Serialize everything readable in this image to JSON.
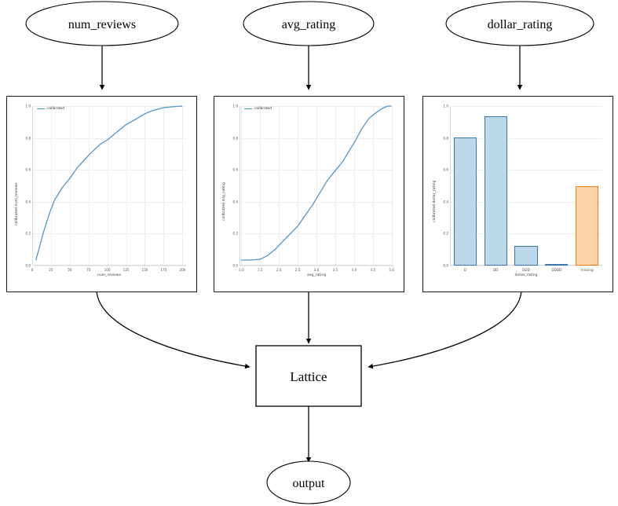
{
  "diagram": {
    "nodes": [
      {
        "id": "num_reviews",
        "label": "num_reviews",
        "shape": "ellipse"
      },
      {
        "id": "avg_rating",
        "label": "avg_rating",
        "shape": "ellipse"
      },
      {
        "id": "dollar_rating",
        "label": "dollar_rating",
        "shape": "ellipse"
      },
      {
        "id": "lattice",
        "label": "Lattice",
        "shape": "box"
      },
      {
        "id": "output",
        "label": "output",
        "shape": "ellipse"
      }
    ],
    "edge_color": "#000000"
  },
  "charts": [
    {
      "chart_data": {
        "type": "line",
        "title": "",
        "xlabel": "num_reviews",
        "ylabel": "calibrated num_reviews",
        "legend": [
          "calibrated"
        ],
        "legend_position": "upper left",
        "grid": true,
        "line_color": "#4c93c7",
        "xlim": [
          0,
          205
        ],
        "ylim": [
          -0.04,
          1.04
        ],
        "xticks": [
          "0",
          "25",
          "50",
          "75",
          "100",
          "125",
          "150",
          "175",
          "200"
        ],
        "xtick_values": [
          0,
          25,
          50,
          75,
          100,
          125,
          150,
          175,
          200
        ],
        "yticks": [
          "0.0",
          "0.2",
          "0.4",
          "0.6",
          "0.8",
          "1.0"
        ],
        "ytick_values": [
          0.0,
          0.2,
          0.4,
          0.6,
          0.8,
          1.0
        ],
        "x": [
          5,
          10,
          15,
          20,
          25,
          30,
          40,
          50,
          60,
          75,
          90,
          100,
          110,
          125,
          140,
          150,
          160,
          175,
          185,
          195,
          200
        ],
        "y": [
          0.0,
          0.09,
          0.18,
          0.26,
          0.33,
          0.39,
          0.47,
          0.53,
          0.6,
          0.68,
          0.75,
          0.78,
          0.82,
          0.88,
          0.92,
          0.95,
          0.97,
          0.99,
          0.995,
          0.998,
          1.0
        ]
      }
    },
    {
      "chart_data": {
        "type": "line",
        "title": "",
        "xlabel": "avg_rating",
        "ylabel": "calibrated avg_rating",
        "legend": [
          "calibrated"
        ],
        "legend_position": "upper left",
        "grid": true,
        "line_color": "#4c93c7",
        "xlim": [
          0.95,
          5.05
        ],
        "ylim": [
          -0.04,
          1.04
        ],
        "xticks": [
          "1.0",
          "1.5",
          "2.0",
          "2.5",
          "3.0",
          "3.5",
          "4.0",
          "4.5",
          "5.0"
        ],
        "xtick_values": [
          1.0,
          1.5,
          2.0,
          2.5,
          3.0,
          3.5,
          4.0,
          4.5,
          5.0
        ],
        "yticks": [
          "0.0",
          "0.2",
          "0.4",
          "0.6",
          "0.8",
          "1.0"
        ],
        "ytick_values": [
          0.0,
          0.2,
          0.4,
          0.6,
          0.8,
          1.0
        ],
        "x": [
          1.0,
          1.25,
          1.5,
          1.7,
          1.9,
          2.1,
          2.3,
          2.5,
          2.7,
          2.9,
          3.1,
          3.3,
          3.5,
          3.7,
          3.85,
          4.0,
          4.2,
          4.4,
          4.6,
          4.75,
          4.9,
          5.0
        ],
        "y": [
          0.0,
          0.0,
          0.005,
          0.03,
          0.07,
          0.12,
          0.17,
          0.22,
          0.29,
          0.36,
          0.44,
          0.52,
          0.58,
          0.64,
          0.7,
          0.76,
          0.85,
          0.92,
          0.96,
          0.985,
          1.0,
          1.0
        ]
      }
    },
    {
      "chart_data": {
        "type": "bar",
        "title": "",
        "xlabel": "dollar_rating",
        "ylabel": "calibrated dollar_rating",
        "grid": true,
        "categories": [
          "D",
          "DD",
          "DDD",
          "DDDD",
          "missing"
        ],
        "values": [
          0.835,
          0.975,
          0.13,
          0.0,
          0.52
        ],
        "bar_colors": [
          "#bdd7ea",
          "#bdd7ea",
          "#bdd7ea",
          "#bdd7ea",
          "#fcd3a6"
        ],
        "bar_edge_colors": [
          "#3c77ad",
          "#3c77ad",
          "#3c77ad",
          "#3c77ad",
          "#f07d10"
        ],
        "ylim": [
          0.0,
          1.04
        ],
        "yticks": [
          "0.0",
          "0.2",
          "0.4",
          "0.6",
          "0.8",
          "1.0"
        ],
        "ytick_values": [
          0.0,
          0.2,
          0.4,
          0.6,
          0.8,
          1.0
        ]
      }
    }
  ]
}
